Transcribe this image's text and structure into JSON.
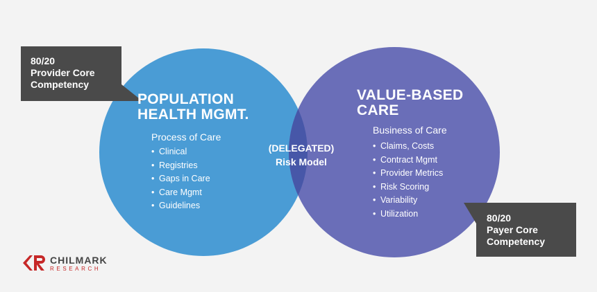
{
  "colors": {
    "background": "#f3f3f3",
    "left_circle": "#4a9cd5",
    "right_circle": "#6a6eb8",
    "overlap": "#4757a8",
    "callout": "#4a4a4a",
    "logo_red": "#c62828"
  },
  "left": {
    "title_line1": "POPULATION",
    "title_line2": "HEALTH MGMT.",
    "subheading": "Process of Care",
    "items": [
      "Clinical",
      "Registries",
      "Gaps in Care",
      "Care Mgmt",
      "Guidelines"
    ]
  },
  "center": {
    "line1": "(DELEGATED)",
    "line2": "Risk Model"
  },
  "right": {
    "title_line1": "VALUE-BASED",
    "title_line2": "CARE",
    "subheading": "Business of Care",
    "items": [
      "Claims, Costs",
      "Contract Mgmt",
      "Provider Metrics",
      "Risk Scoring",
      "Variability",
      "Utilization"
    ]
  },
  "callout_left": {
    "line1": "80/20",
    "line2": "Provider Core",
    "line3": "Competency"
  },
  "callout_right": {
    "line1": "80/20",
    "line2": "Payer Core",
    "line3": "Competency"
  },
  "logo": {
    "icon": "chilmark-cr-logo-icon",
    "name": "CHILMARK",
    "sub": "RESEARCH"
  }
}
